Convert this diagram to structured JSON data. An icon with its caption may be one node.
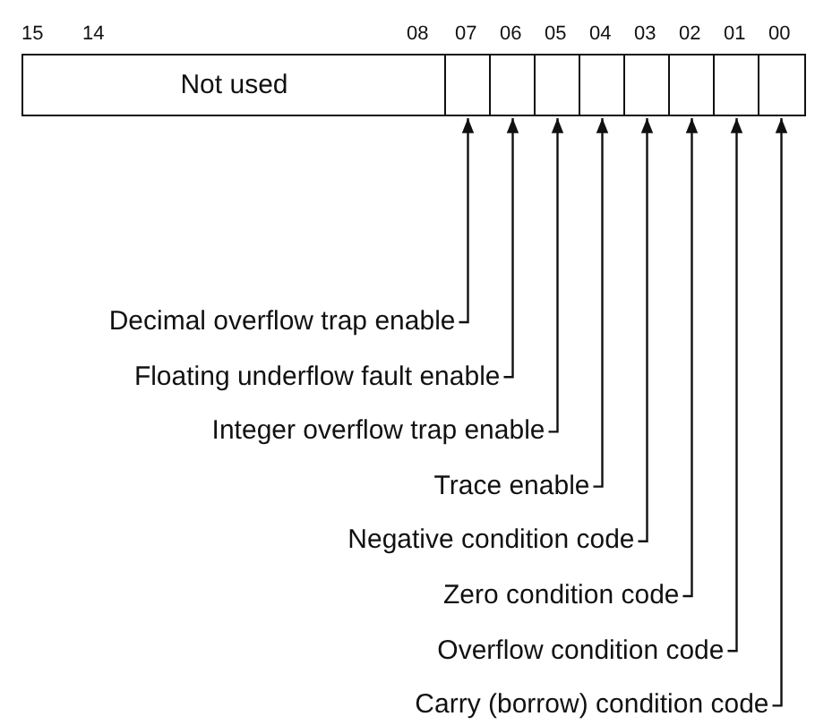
{
  "diagram": {
    "nodes": [
      {
        "text": [
          "Not used"
        ]
      },
      {
        "text": [],
        "shape": "box"
      },
      {
        "text": [],
        "shape": "box"
      },
      {
        "text": [],
        "shape": "box"
      },
      {
        "text": [],
        "shape": "box"
      },
      {
        "text": [],
        "shape": "box"
      },
      {
        "text": [],
        "shape": "box"
      },
      {
        "text": [],
        "shape": "box"
      },
      {
        "text": [],
        "shape": "box"
      },
      {
        "text": [
          "Decimal overflow trap enable"
        ]
      },
      {
        "text": [
          "Floating underflow fault enable"
        ]
      },
      {
        "text": [
          "Integer overflow trap enable"
        ]
      },
      {
        "text": [
          "Trace enable"
        ]
      },
      {
        "text": [
          "Negative condition code"
        ]
      },
      {
        "text": [
          "Zero condition code"
        ]
      },
      {
        "text": [
          "Overflow condition code"
        ]
      },
      {
        "text": [
          "Carry (borrow) condition code"
        ]
      }
    ],
    "edges": [
      {
        "from": 9,
        "to": 1,
        "arrow": "to"
      },
      {
        "from": 10,
        "to": 2,
        "arrow": "to"
      },
      {
        "from": 11,
        "to": 3,
        "arrow": "to"
      },
      {
        "from": 12,
        "to": 4,
        "arrow": "to"
      },
      {
        "from": 13,
        "to": 5,
        "arrow": "to"
      },
      {
        "from": 14,
        "to": 6,
        "arrow": "to"
      },
      {
        "from": 15,
        "to": 7,
        "arrow": "to"
      },
      {
        "from": 16,
        "to": 8,
        "arrow": "to"
      }
    ],
    "labels": [
      "15",
      "14",
      "08",
      "07",
      "06",
      "05",
      "04",
      "03",
      "02",
      "01",
      "00"
    ]
  }
}
